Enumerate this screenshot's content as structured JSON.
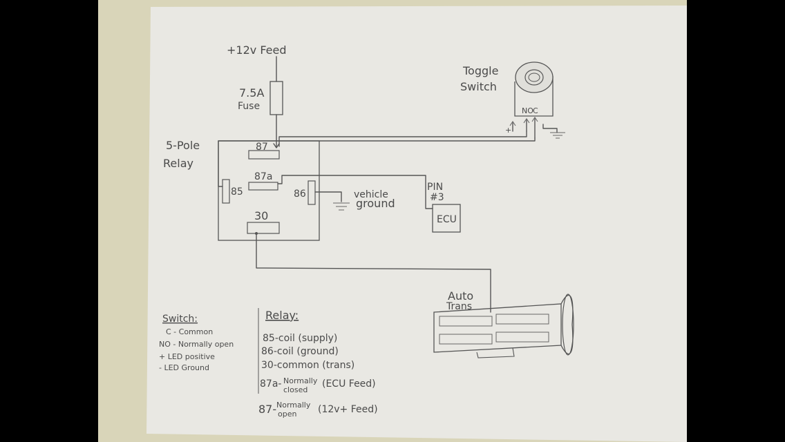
{
  "labels": {
    "feed": "+12v Feed",
    "fuse_rating": "7.5A",
    "fuse_word": "Fuse",
    "toggle_line1": "Toggle",
    "toggle_line2": "Switch",
    "switch_no": "NO",
    "switch_c": "C",
    "switch_plus": "+",
    "relay_line1": "5-Pole",
    "relay_line2": "Relay",
    "pin87": "87",
    "pin87a": "87a",
    "pin85": "85",
    "pin86": "86",
    "pin30": "30",
    "vehicle_ground_1": "vehicle",
    "vehicle_ground_2": "ground",
    "pin_label": "PIN",
    "pin_number": "#3",
    "ecu": "ECU",
    "auto_trans_1": "Auto",
    "auto_trans_2": "Trans"
  },
  "legend_switch": {
    "title": "Switch:",
    "items": [
      "C - Common",
      "NO - Normally open",
      "+ LED positive",
      "- LED Ground"
    ]
  },
  "legend_relay": {
    "title": "Relay:",
    "items": [
      "85-coil (supply)",
      "86-coil (ground)",
      "30-common (trans)"
    ],
    "item87a_code": "87a-",
    "item87a_desc_1": "Normally",
    "item87a_desc_2": "closed",
    "item87a_extra": "(ECU Feed)",
    "item87_code": "87-",
    "item87_desc_1": "Normally",
    "item87_desc_2": "open",
    "item87_extra": "(12v+ Feed)"
  },
  "colors": {
    "paper": "#e8e7e1",
    "background_board": "#d8d4b8",
    "ink": "#4a4a4a"
  }
}
